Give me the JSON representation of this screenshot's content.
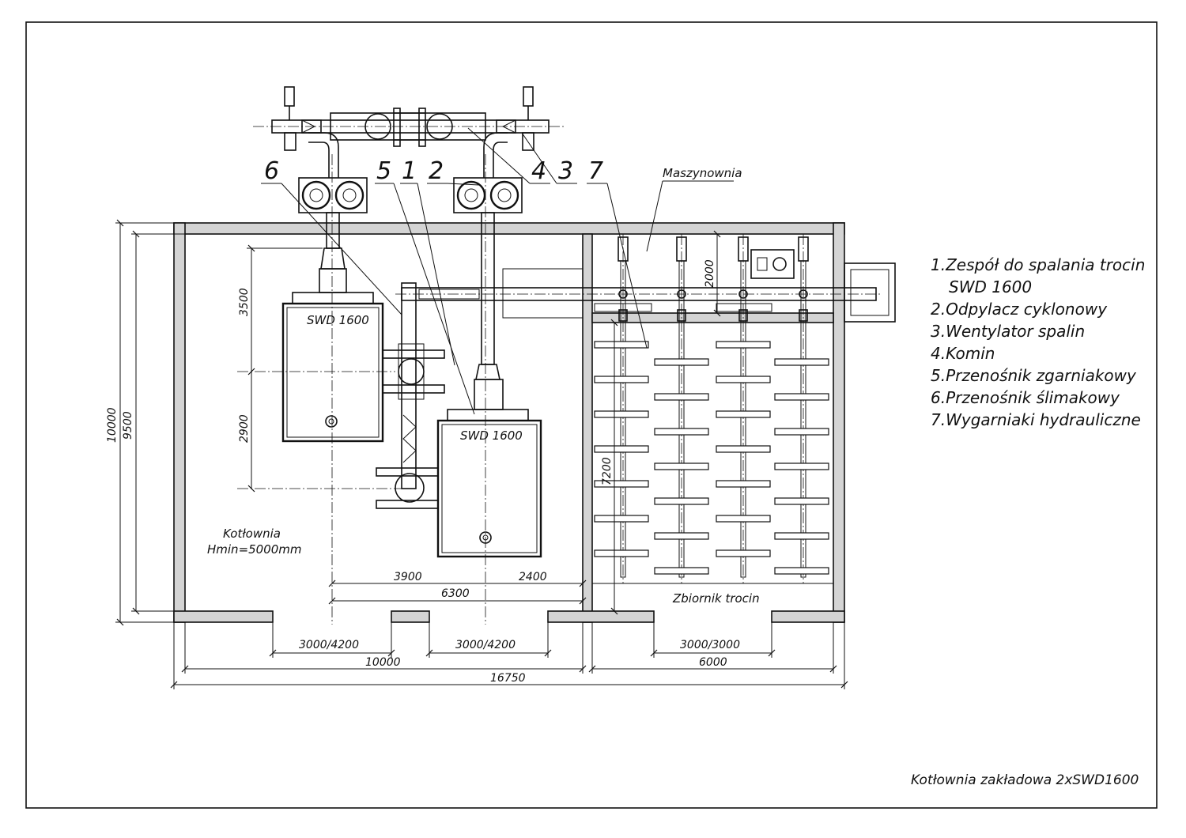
{
  "labels": {
    "maszynownia": "Maszynownia",
    "kotlownia": "Kotłownia",
    "hmin": "Hmin=5000mm",
    "zbiornik": "Zbiornik trocin",
    "boiler1": "SWD 1600",
    "boiler2": "SWD 1600",
    "drawing_title": "Kotłownia zakładowa 2xSWD1600"
  },
  "leaders": [
    "6",
    "5",
    "1",
    "2",
    "4",
    "3",
    "7"
  ],
  "legend": [
    "1.Zespół do spalania trocin",
    "SWD 1600",
    "2.Odpylacz cyklonowy",
    "3.Wentylator spalin",
    "4.Komin",
    "5.Przenośnik zgarniakowy",
    "6.Przenośnik ślimakowy",
    "7.Wygarniaki hydrauliczne"
  ],
  "dimensions": {
    "d3500": "3500",
    "d2900": "2900",
    "d10000v": "10000",
    "d9500": "9500",
    "d2000": "2000",
    "d7200": "7200",
    "d3900": "3900",
    "d2400": "2400",
    "d6300": "6300",
    "door1": "3000/4200",
    "door2": "3000/4200",
    "door3": "3000/3000",
    "d10000h": "10000",
    "d6000": "6000",
    "d16750": "16750"
  }
}
